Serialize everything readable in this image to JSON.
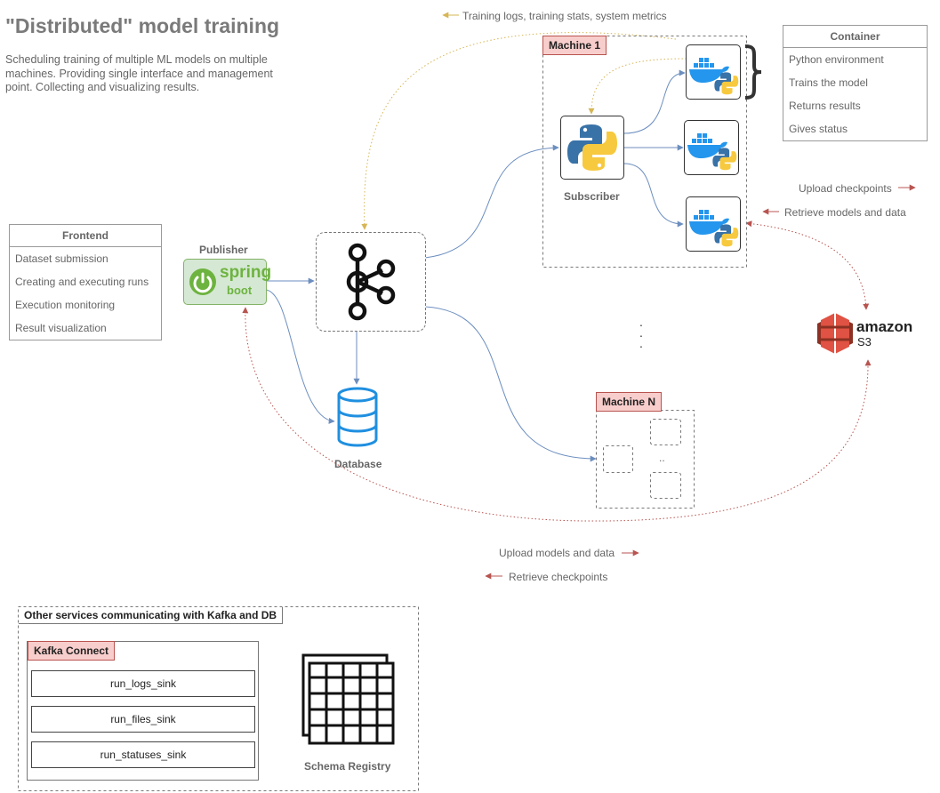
{
  "title": "\"Distributed\" model training",
  "description": "Scheduling training of multiple ML models on multiple machines. Providing single interface and management point. Collecting and visualizing results.",
  "frontend": {
    "header": "Frontend",
    "items": [
      "Dataset submission",
      "Creating and executing runs",
      "Execution monitoring",
      "Result visualization"
    ]
  },
  "container": {
    "header": "Container",
    "items": [
      "Python environment",
      "Trains the model",
      "Returns results",
      "Gives status"
    ]
  },
  "publisher_label": "Publisher",
  "spring_logo": {
    "word1": "spring",
    "word2": "boot"
  },
  "subscriber_label": "Subscriber",
  "database_label": "Database",
  "machine1_label": "Machine 1",
  "machineN_label": "Machine N",
  "machineN_ellipsis": "..",
  "machines_ellipsis": ". . .",
  "amazon_logo": {
    "word1": "amazon",
    "word2": "S3"
  },
  "edge_labels": {
    "training_logs": "Training logs, training stats, system metrics",
    "upload_checkpoints": "Upload checkpoints",
    "retrieve_models": "Retrieve models and data",
    "upload_models": "Upload models and data",
    "retrieve_checkpoints": "Retrieve checkpoints"
  },
  "other_services": {
    "label": "Other services communicating with Kafka and DB",
    "kafka_connect": "Kafka Connect",
    "sinks": [
      "run_logs_sink",
      "run_files_sink",
      "run_statuses_sink"
    ],
    "schema_registry": "Schema Registry"
  },
  "colors": {
    "blue_edge": "#6c8ebf",
    "orange_edge": "#d6b656",
    "red_edge": "#b85450",
    "tag_fill": "#f8cecc",
    "spring_fill": "#d5e8d4",
    "spring_text": "#6db33f",
    "db_blue": "#1f8fe0",
    "docker_blue": "#2496ed",
    "python_blue": "#3872a7",
    "python_yellow": "#f7c93e",
    "aws_red": "#e05243"
  }
}
